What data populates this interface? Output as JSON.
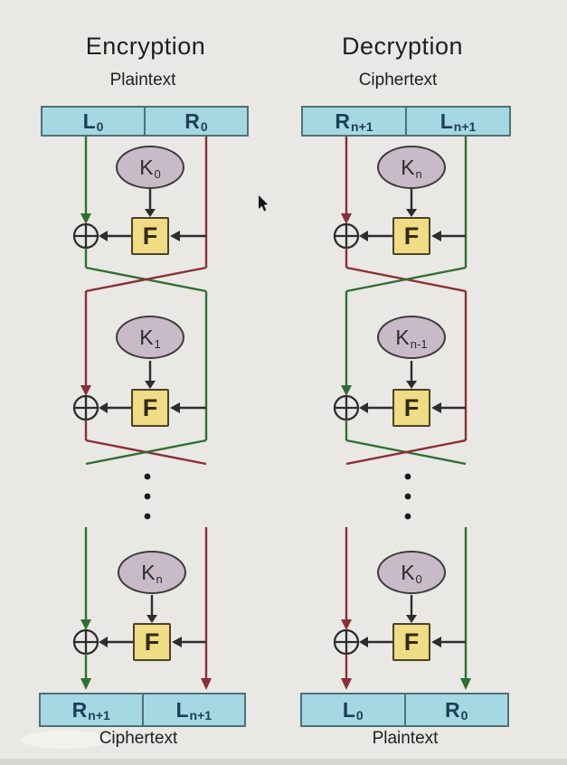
{
  "colors": {
    "background": "#e9e8e5",
    "register_fill": "#a5d8e2",
    "register_border": "#4d7278",
    "register_text": "#1c3e57",
    "key_fill": "#c9bac7",
    "key_border": "#3c3c3c",
    "f_fill": "#efdc84",
    "f_border": "#4a4325",
    "f_text": "#33290b",
    "wire_green": "#2f7030",
    "wire_red": "#8b2e35",
    "wire_black": "#2d2d2d",
    "text_dark": "#1f1f1f"
  },
  "encryption": {
    "title": "Encryption",
    "input_label": "Plaintext",
    "output_label": "Ciphertext",
    "input_register": {
      "left": {
        "base": "L",
        "sub": "0"
      },
      "right": {
        "base": "R",
        "sub": "0"
      }
    },
    "output_register": {
      "left": {
        "base": "R",
        "sub": "n+1"
      },
      "right": {
        "base": "L",
        "sub": "n+1"
      }
    },
    "rounds": [
      {
        "key_base": "K",
        "key_sub": "0",
        "f": "F"
      },
      {
        "key_base": "K",
        "key_sub": "1",
        "f": "F"
      },
      {
        "key_base": "K",
        "key_sub": "n",
        "f": "F"
      }
    ]
  },
  "decryption": {
    "title": "Decryption",
    "input_label": "Ciphertext",
    "output_label": "Plaintext",
    "input_register": {
      "left": {
        "base": "R",
        "sub": "n+1"
      },
      "right": {
        "base": "L",
        "sub": "n+1"
      }
    },
    "output_register": {
      "left": {
        "base": "L",
        "sub": "0"
      },
      "right": {
        "base": "R",
        "sub": "0"
      }
    },
    "rounds": [
      {
        "key_base": "K",
        "key_sub": "n",
        "f": "F"
      },
      {
        "key_base": "K",
        "key_sub": "n-1",
        "f": "F"
      },
      {
        "key_base": "K",
        "key_sub": "0",
        "f": "F"
      }
    ]
  }
}
